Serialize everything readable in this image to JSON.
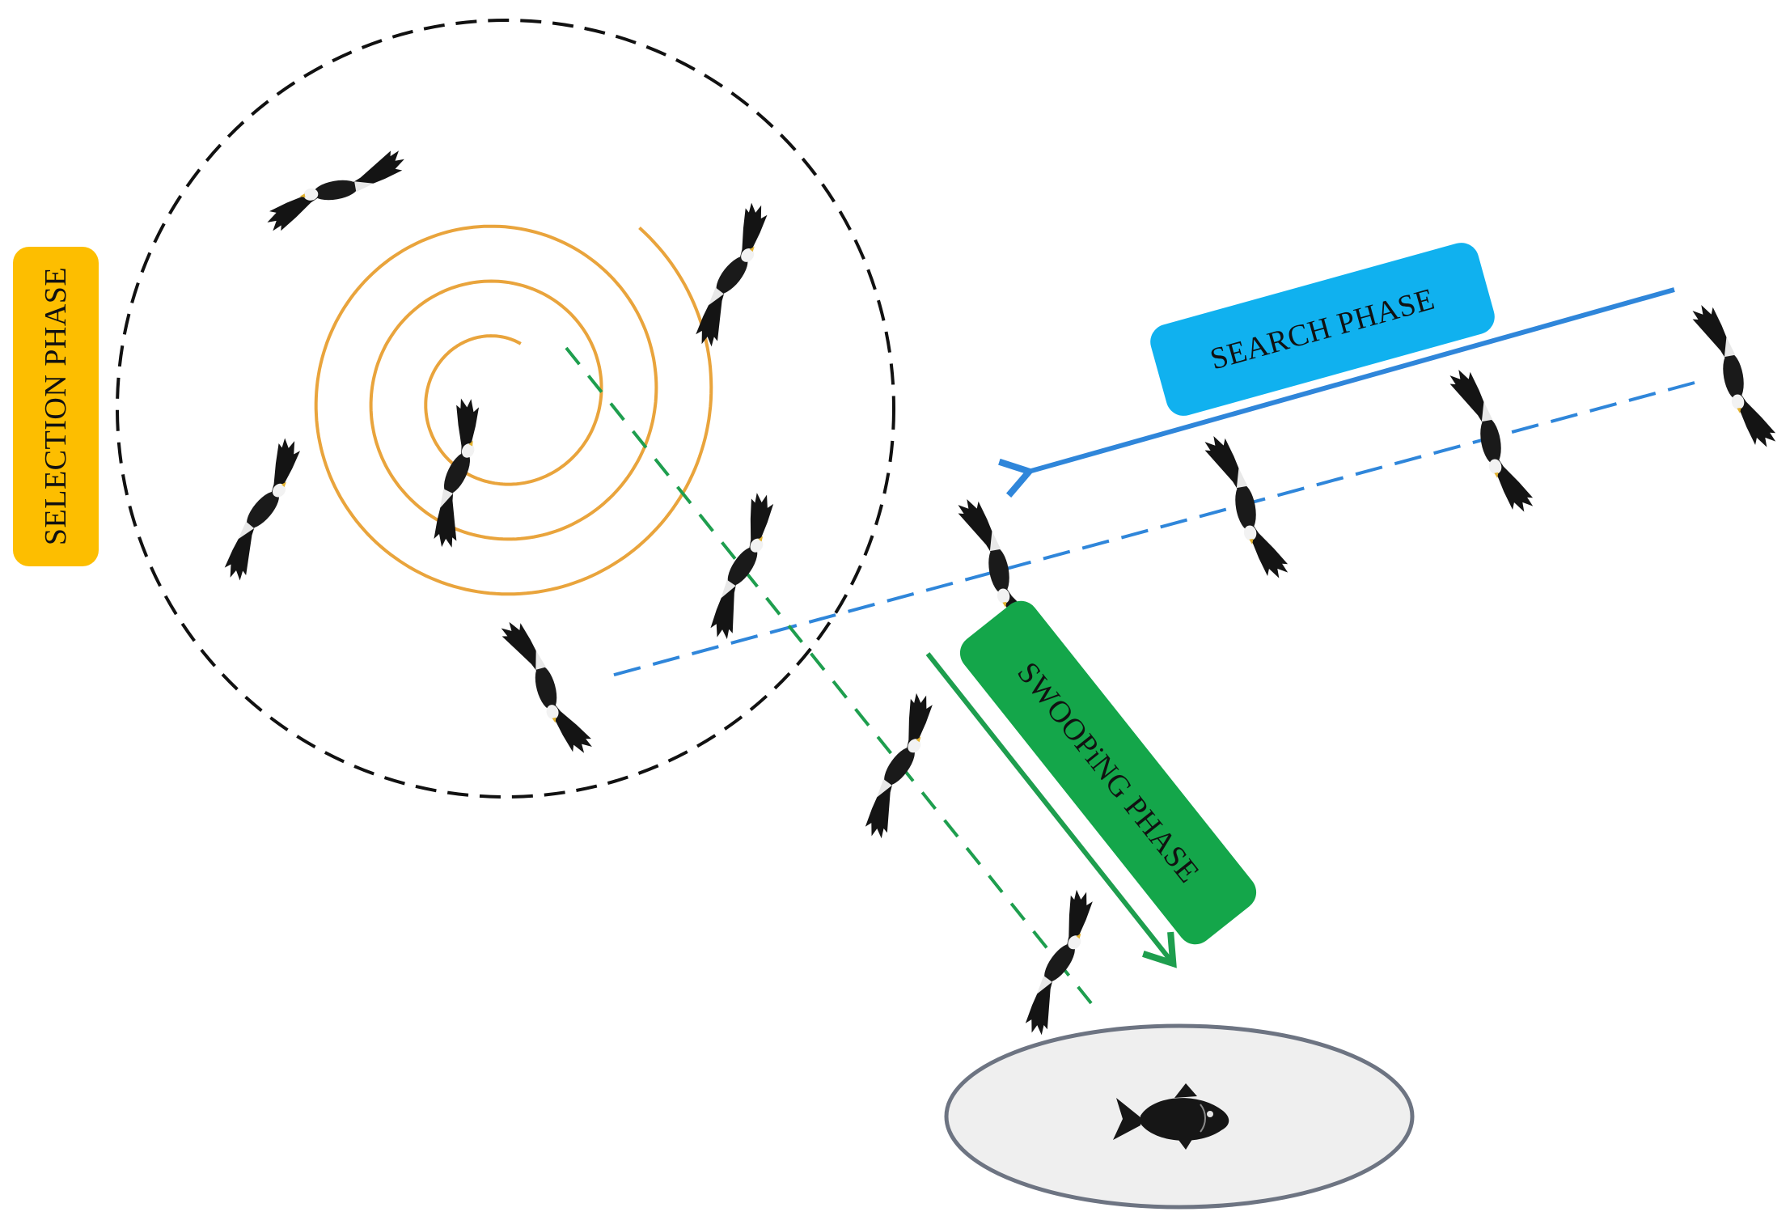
{
  "phases": {
    "selection": {
      "label": "SELECTION PHASE",
      "color": "#FDBE00"
    },
    "search": {
      "label": "SEARCH PHASE",
      "color": "#10B1EF"
    },
    "swooping": {
      "label": "SWOOPiNG PHASE",
      "color": "#14A64A"
    }
  },
  "colors": {
    "outer_circle": "#111111",
    "spiral": "#E9A43C",
    "search_path": "#2F86DA",
    "swoop_path": "#1E9E4E",
    "target_zone_fill": "#EFEFEF",
    "target_zone_stroke": "#6D7482",
    "eagle": "#141414"
  },
  "icons": {
    "eagle": "eagle-icon",
    "fish": "fish-icon"
  }
}
